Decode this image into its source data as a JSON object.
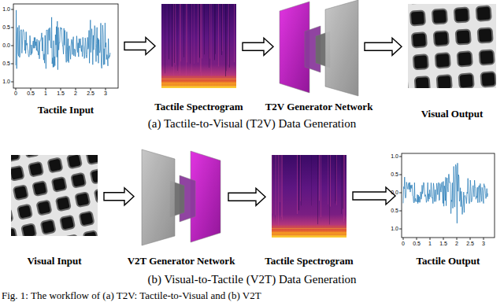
{
  "diagram": {
    "caption": "Fig. 1: The workflow of (a) T2V: Tactile-to-Visual and (b) V2T",
    "nodes": [
      {
        "text": [
          "Tactile Input"
        ]
      },
      {
        "text": [
          "Tactile Spectrogram"
        ]
      },
      {
        "text": [
          "T2V Generator Network"
        ]
      },
      {
        "text": [
          "Visual Output"
        ]
      },
      {
        "text": [
          "Visual Input"
        ]
      },
      {
        "text": [
          "V2T Generator Network"
        ]
      },
      {
        "text": [
          "Tactile Spectrogram"
        ]
      },
      {
        "text": [
          "Tactile Output"
        ]
      }
    ],
    "edges": [
      {
        "from": 0,
        "to": 1,
        "arrow": "to"
      },
      {
        "from": 1,
        "to": 2,
        "arrow": "to"
      },
      {
        "from": 2,
        "to": 3,
        "arrow": "to"
      },
      {
        "from": 4,
        "to": 5,
        "arrow": "to"
      },
      {
        "from": 5,
        "to": 6,
        "arrow": "to"
      },
      {
        "from": 6,
        "to": 7,
        "arrow": "to"
      }
    ],
    "labels": [
      "1.0",
      "0.5",
      "0.0",
      "0.5",
      "1.0",
      "0",
      "0.5",
      "1",
      "1.5",
      "2",
      "2.5",
      "3",
      "(a) Tactile-to-Visual (T2V) Data Generation",
      "1.0",
      "0.5",
      "0.0",
      "0.5",
      "1.0",
      "0",
      "0.5",
      "1",
      "1.5",
      "2",
      "2.5",
      "3",
      "(b) Visual-to-Tactile (V2T) Data Generation"
    ]
  }
}
